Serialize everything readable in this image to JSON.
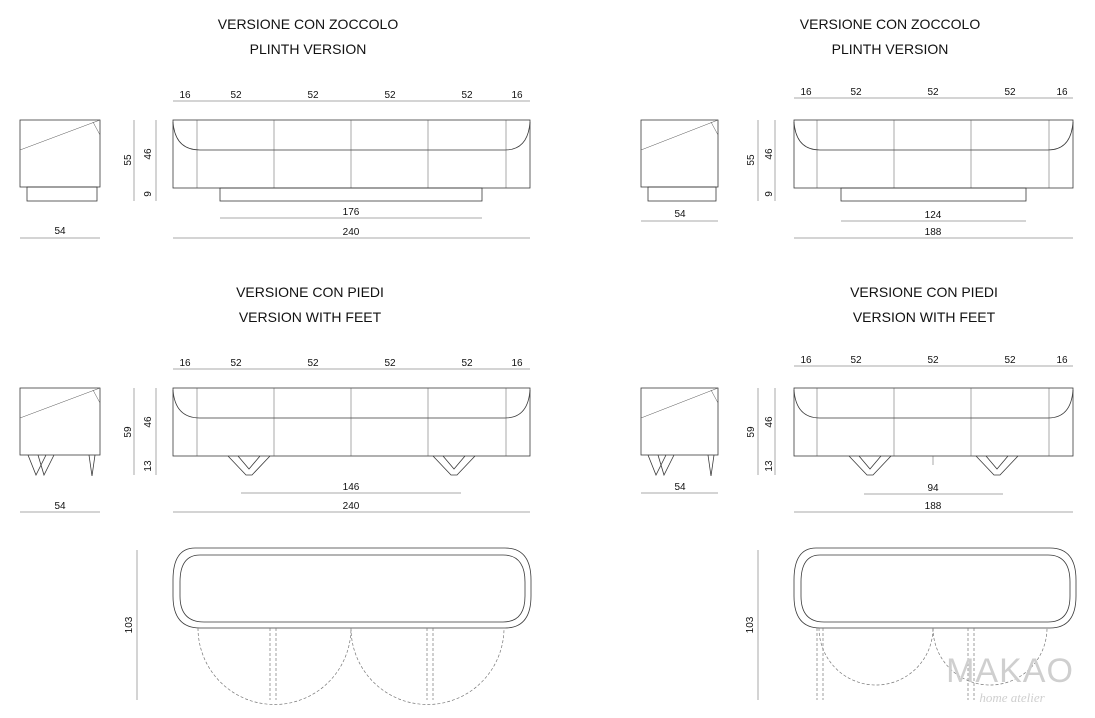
{
  "titles": {
    "plinth_it": "VERSIONE CON ZOCCOLO",
    "plinth_en": "PLINTH VERSION",
    "feet_it": "VERSIONE CON PIEDI",
    "feet_en": "VERSION WITH FEET"
  },
  "left_plinth": {
    "top_dims": [
      "16",
      "52",
      "52",
      "52",
      "52",
      "16"
    ],
    "height_total": "55",
    "height_body": "46",
    "height_base": "9",
    "depth": "54",
    "base_width": "176",
    "total_width": "240"
  },
  "right_plinth": {
    "top_dims": [
      "16",
      "52",
      "52",
      "52",
      "16"
    ],
    "height_total": "55",
    "height_body": "46",
    "height_base": "9",
    "depth": "54",
    "base_width": "124",
    "total_width": "188"
  },
  "left_feet": {
    "top_dims": [
      "16",
      "52",
      "52",
      "52",
      "52",
      "16"
    ],
    "height_total": "59",
    "height_body": "46",
    "height_feet": "13",
    "depth": "54",
    "base_width": "146",
    "total_width": "240"
  },
  "right_feet": {
    "top_dims": [
      "16",
      "52",
      "52",
      "52",
      "16"
    ],
    "height_total": "59",
    "height_body": "46",
    "height_feet": "13",
    "depth": "54",
    "base_width": "94",
    "total_width": "188"
  },
  "plan": {
    "left_depth": "103",
    "right_depth": "103"
  },
  "logo": {
    "brand": "MAKAO",
    "tagline": "home atelier"
  }
}
